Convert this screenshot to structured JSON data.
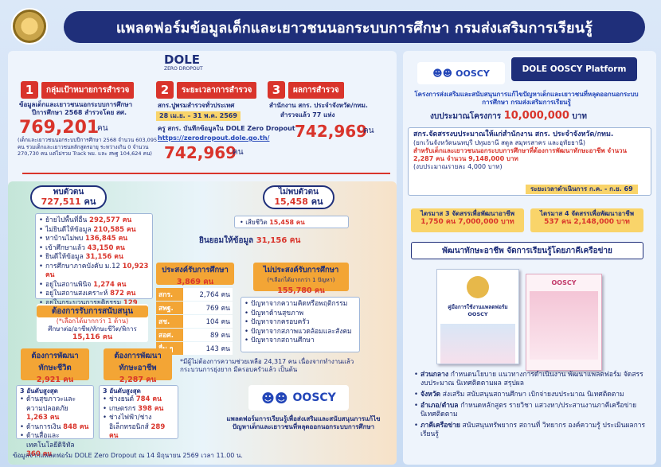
{
  "banner": "แพลตฟอร์มข้อมูลเด็กและเยาวชนนอกระบบการศึกษา กรมส่งเสริมการเรียนรู้",
  "dole": {
    "title": "DOLE",
    "sub": "ZERO DROPOUT"
  },
  "s1": {
    "num": "1",
    "label": "กลุ่มเป้าหมายการสำรวจ",
    "line1": "ข้อมูลเด็กและเยาวชนนอกระบบการศึกษา",
    "line2": "ปีการศึกษา 2568 สำรวจโดย สศ.",
    "value": "769,201",
    "unit": "คน",
    "note": "(เด็กและเยาวชนนอกระบบปีการศึกษา 2568 จำนวน 603,095 คน รวมเด็กและเยาวชนหลักสูตรอายุ ระหว่างเกิน 0 จำนวน 270,730 คน แต่ไม่รวม Track พม. และ สพฐ 104,624 คน)"
  },
  "s2": {
    "num": "2",
    "label": "ระยะเวลาการสำรวจ",
    "line1": "สกร.ปูพรมสำรวจทั่วประเทศ",
    "dates": "28 เม.ย. – 31 พ.ค. 2569",
    "line2": "ครู สกร. บันทึกข้อมูลใน DOLE Zero Dropout",
    "url": "https://zerodropout.dole.go.th/",
    "value": "742,969",
    "unit": "คน"
  },
  "s3": {
    "num": "3",
    "label": "ผลการสำรวจ",
    "line1": "สำนักงาน สกร. ประจำจังหวัด/กทม.",
    "line2": "สำรวจแล้ว 77 แห่ง",
    "value": "742,969",
    "unit": "คน"
  },
  "found": {
    "title": "พบตัวตน",
    "value": "727,511",
    "unit": "คน",
    "items": [
      {
        "t": "ย้ายไปพื้นที่อื่น",
        "v": "292,577 คน"
      },
      {
        "t": "ไม่ยินดีให้ข้อมูล",
        "v": "210,585 คน"
      },
      {
        "t": "หาบ้านไม่พบ",
        "v": "136,845 คน"
      },
      {
        "t": "เข้าศึกษาแล้ว",
        "v": "43,150 คน"
      },
      {
        "t": "ยินดีให้ข้อมูล",
        "v": "31,156 คน"
      },
      {
        "t": "การศึกษาภาคบังคับ ม.12",
        "v": "10,923 คน"
      },
      {
        "t": "อยู่ในสถานพินิจ",
        "v": "1,274 คน"
      },
      {
        "t": "อยู่ในสถานสงเคราะห์",
        "v": "872 คน"
      },
      {
        "t": "อยู่ในกระบวนการยุติธรรม",
        "v": "129 คน"
      }
    ]
  },
  "notfound": {
    "title": "ไม่พบตัวตน",
    "value": "15,458",
    "unit": "คน",
    "item": "เสียชีวิต",
    "itemv": "15,458 คน"
  },
  "consent": {
    "label": "ยินยอมให้ข้อมูล",
    "value": "31,156 คน"
  },
  "wantedu": {
    "title": "ประสงค์รับการศึกษา",
    "value": "3,869 คน",
    "rows": [
      {
        "k": "สกร.",
        "v": "2,764 คน"
      },
      {
        "k": "สพฐ.",
        "v": "769 คน"
      },
      {
        "k": "สช.",
        "v": "104 คน"
      },
      {
        "k": "สอศ.",
        "v": "89 คน"
      },
      {
        "k": "อื่น ๆ",
        "v": "143 คน"
      }
    ]
  },
  "noedu": {
    "title": "ไม่ประสงค์รับการศึกษา",
    "sub": "(*เลือกได้มากกว่า 1 ปัญหา)",
    "value": "155,780 คน",
    "items": [
      "ปัญหาจากความคิดหรือพฤติกรรม",
      "ปัญหาด้านสุขภาพ",
      "ปัญหาจากครอบครัว",
      "ปัญหาจากสภาพแวดล้อมและสังคม",
      "ปัญหาจากสถานศึกษา"
    ]
  },
  "support": {
    "title": "ต้องการรับการสนับสนุน",
    "sub": "(*เลือกได้มากกว่า 1 ด้าน)",
    "line": "ศึกษาต่อ/อาชีพ/ทักษะชีวิต/พิการ",
    "value": "15,116 คน"
  },
  "lifeskill": {
    "title1": "ต้องการพัฒนา",
    "title2": "ทักษะชีวิต",
    "value": "2,921 คน",
    "head": "3 อันดับสูงสุด",
    "items": [
      {
        "t": "ด้านสุขภาวะและความปลอดภัย",
        "v": "1,263 คน"
      },
      {
        "t": "ด้านการเงิน",
        "v": "848 คน"
      },
      {
        "t": "ด้านสื่อและเทคโนโลยีดิจิทัล",
        "v": "360 คน"
      }
    ]
  },
  "jobskill": {
    "title1": "ต้องการพัฒนา",
    "title2": "ทักษะอาชีพ",
    "value": "2,287 คน",
    "head": "3 อันดับสูงสุด",
    "items": [
      {
        "t": "ช่างยนต์",
        "v": "784 คน"
      },
      {
        "t": "เกษตรกร",
        "v": "398 คน"
      },
      {
        "t": "ช่างไฟฟ้า/ช่างอิเล็กทรอนิกส์",
        "v": "289 คน"
      }
    ]
  },
  "remark": "*มีผู้ไม่ต้องการความช่วยเหลือ 24,317 คน เนื่องจากทำงานแล้ว กระบวนการยุ่งยาก มีครอบครัวแล้ว เป็นต้น",
  "oscy_caption": "แพลตฟอร์มการเรียนรู้เพื่อส่งเสริมและสนับสนุนการแก้ไขปัญหาเด็กและเยาวชนที่หลุดออกนอกระบบการศึกษา",
  "oscy_logo": "OOSCY",
  "source": "ข้อมูลจากแพลตฟอร์ม DOLE Zero Dropout ณ 14 มิถุนายน 2569 เวลา 11.00 น.",
  "right": {
    "platform": "DOLE OOSCY Platform",
    "project": "โครงการส่งเสริมและสนับสนุนการแก้ไขปัญหาเด็กและเยาวชนที่หลุดออกนอกระบบการศึกษา กรมส่งเสริมการเรียนรู้",
    "budget_label": "งบประมาณโครงการ",
    "budget": "10,000,000",
    "budget_unit": "บาท",
    "alloc1": "สกร.จัดสรรงบประมาณให้แก่สำนักงาน สกร. ประจำจังหวัด/กทม.",
    "alloc2": "(ยกเว้นจังหวัดนนทบุรี ปทุมธานี สตูล สมุทรสาคร และอุทัยธานี)",
    "alloc3": "สำหรับเด็กและเยาวชนนอกระบบการศึกษาที่ต้องการพัฒนาทักษะอาชีพ จำนวน 2,287 คน จำนวน 9,148,000 บาท",
    "alloc4": "(งบประมาณรายละ 4,000 บาท)",
    "period": "ระยะเวลาดำเนินการ ก.ค. - ก.ย. 69",
    "q3": "ไตรมาส 3 จัดสรรเพื่อพัฒนาอาชีพ",
    "q3v": "1,750 คน 7,000,000 บาท",
    "q4": "ไตรมาส 4 จัดสรรเพื่อพัฒนาอาชีพ",
    "q4v": "537 คน 2,148,000 บาท",
    "network": "พัฒนาทักษะอาชีพ จัดการเรียนรู้โดยภาคีเครือข่าย",
    "book1": "คู่มือการใช้งานแพลตฟอร์ม OOSCY",
    "book2": "OOSCY",
    "roles": [
      {
        "k": "ส่วนกลาง",
        "t": "กำหนดนโยบาย แนวทางการดำเนินงาน พัฒนาแพลตฟอร์ม จัดสรรงบประมาณ นิเทศติดตามผล สรุปผล"
      },
      {
        "k": "จังหวัด",
        "t": "ส่งเสริม สนับสนุนสถานศึกษา เบิกจ่ายงบประมาณ นิเทศติดตาม"
      },
      {
        "k": "อำเภอ/ตำบล",
        "t": "กำหนดหลักสูตร รายวิชา แสวงหา/ประสานงานภาคีเครือข่าย นิเทศติดตาม"
      },
      {
        "k": "ภาคีเครือข่าย",
        "t": "สนับสนุนทรัพยากร สถานที่ วิทยากร องค์ความรู้ ประเมินผลการเรียนรู้"
      }
    ]
  }
}
